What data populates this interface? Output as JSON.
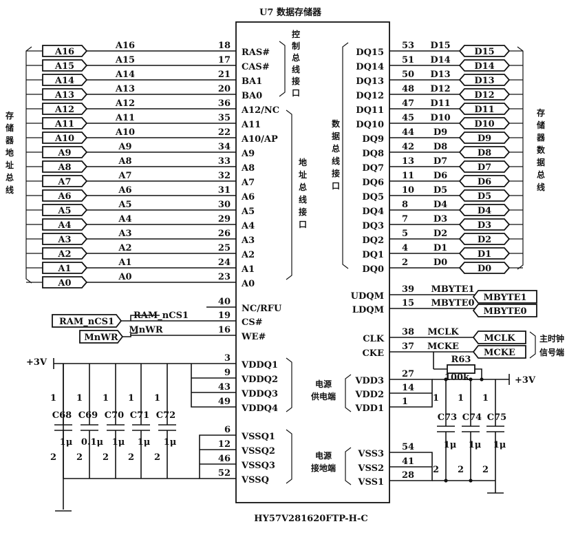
{
  "chip": {
    "title": "U7 数据存储器",
    "part": "HY57V281620FTP-H-C"
  },
  "left_pins": [
    {
      "pin": "18",
      "name": "RAS#"
    },
    {
      "pin": "17",
      "name": "CAS#"
    },
    {
      "pin": "21",
      "name": "BA1"
    },
    {
      "pin": "20",
      "name": "BA0"
    },
    {
      "pin": "36",
      "name": "A12/NC"
    },
    {
      "pin": "35",
      "name": "A11"
    },
    {
      "pin": "22",
      "name": "A10/AP"
    },
    {
      "pin": "34",
      "name": "A9"
    },
    {
      "pin": "33",
      "name": "A8"
    },
    {
      "pin": "32",
      "name": "A7"
    },
    {
      "pin": "31",
      "name": "A6"
    },
    {
      "pin": "30",
      "name": "A5"
    },
    {
      "pin": "29",
      "name": "A4"
    },
    {
      "pin": "26",
      "name": "A3"
    },
    {
      "pin": "25",
      "name": "A2"
    },
    {
      "pin": "24",
      "name": "A1"
    },
    {
      "pin": "23",
      "name": "A0"
    },
    {
      "pin": "40",
      "name": "NC/RFU"
    },
    {
      "pin": "19",
      "name": "CS#"
    },
    {
      "pin": "16",
      "name": "WE#"
    },
    {
      "pin": "3",
      "name": "VDDQ1"
    },
    {
      "pin": "9",
      "name": "VDDQ2"
    },
    {
      "pin": "43",
      "name": "VDDQ3"
    },
    {
      "pin": "49",
      "name": "VDDQ4"
    },
    {
      "pin": "6",
      "name": "VSSQ1"
    },
    {
      "pin": "12",
      "name": "VSSQ2"
    },
    {
      "pin": "46",
      "name": "VSSQ3"
    },
    {
      "pin": "52",
      "name": "VSSQ"
    }
  ],
  "right_pins": [
    {
      "pin": "53",
      "name": "DQ15"
    },
    {
      "pin": "51",
      "name": "DQ14"
    },
    {
      "pin": "50",
      "name": "DQ13"
    },
    {
      "pin": "48",
      "name": "DQ12"
    },
    {
      "pin": "47",
      "name": "DQ11"
    },
    {
      "pin": "45",
      "name": "DQ10"
    },
    {
      "pin": "44",
      "name": "DQ9"
    },
    {
      "pin": "42",
      "name": "DQ8"
    },
    {
      "pin": "13",
      "name": "DQ7"
    },
    {
      "pin": "11",
      "name": "DQ6"
    },
    {
      "pin": "10",
      "name": "DQ5"
    },
    {
      "pin": "8",
      "name": "DQ4"
    },
    {
      "pin": "7",
      "name": "DQ3"
    },
    {
      "pin": "5",
      "name": "DQ2"
    },
    {
      "pin": "4",
      "name": "DQ1"
    },
    {
      "pin": "2",
      "name": "DQ0"
    },
    {
      "pin": "39",
      "name": "UDQM"
    },
    {
      "pin": "15",
      "name": "LDQM"
    },
    {
      "pin": "38",
      "name": "CLK"
    },
    {
      "pin": "37",
      "name": "CKE"
    },
    {
      "pin": "27",
      "name": "VDD3"
    },
    {
      "pin": "14",
      "name": "VDD2"
    },
    {
      "pin": "1",
      "name": "VDD1"
    },
    {
      "pin": "54",
      "name": "VSS3"
    },
    {
      "pin": "41",
      "name": "VSS2"
    },
    {
      "pin": "28",
      "name": "VSS1"
    }
  ],
  "address_ports": [
    "A16",
    "A15",
    "A14",
    "A13",
    "A12",
    "A11",
    "A10",
    "A9",
    "A8",
    "A7",
    "A6",
    "A5",
    "A4",
    "A3",
    "A2",
    "A1",
    "A0"
  ],
  "address_nets": [
    "A16",
    "A15",
    "A14",
    "A13",
    "A12",
    "A11",
    "A10",
    "A9",
    "A8",
    "A7",
    "A6",
    "A5",
    "A4",
    "A3",
    "A2",
    "A1",
    "A0"
  ],
  "data_nets": [
    "D15",
    "D14",
    "D13",
    "D12",
    "D11",
    "D10",
    "D9",
    "D8",
    "D7",
    "D6",
    "D5",
    "D4",
    "D3",
    "D2",
    "D1",
    "D0"
  ],
  "data_ports": [
    "D15",
    "D14",
    "D13",
    "D12",
    "D11",
    "D10",
    "D9",
    "D8",
    "D7",
    "D6",
    "D5",
    "D4",
    "D3",
    "D2",
    "D1",
    "D0"
  ],
  "control_ports": [
    {
      "port": "RAM_nCS1",
      "net": "RAM_nCS1"
    },
    {
      "port": "MnWR",
      "net": "MnWR"
    }
  ],
  "mask_nets": [
    {
      "net": "MBYTE1",
      "port": "MBYTE1"
    },
    {
      "net": "MBYTE0",
      "port": "MBYTE0"
    }
  ],
  "clock_nets": [
    {
      "net": "MCLK",
      "port": "MCLK"
    },
    {
      "net": "MCKE",
      "port": "MCKE"
    }
  ],
  "resistor": {
    "ref": "R63",
    "value": "100k"
  },
  "supply_left": "+3V",
  "supply_right": "+3V",
  "caps_left": [
    {
      "ref": "C68",
      "value": "1μ"
    },
    {
      "ref": "C69",
      "value": "0.1μ"
    },
    {
      "ref": "C70",
      "value": "1μ"
    },
    {
      "ref": "C71",
      "value": "1μ"
    },
    {
      "ref": "C72",
      "value": "1μ"
    }
  ],
  "caps_right": [
    {
      "ref": "C73",
      "value": "1μ"
    },
    {
      "ref": "C74",
      "value": "1μ"
    },
    {
      "ref": "C75",
      "value": "1μ"
    }
  ],
  "cap_pin_top": "1",
  "cap_pin_bottom": "2",
  "labels": {
    "addr_bus": [
      "存",
      "储",
      "器",
      "地",
      "址",
      "总",
      "线"
    ],
    "addr_if": [
      "地",
      "址",
      "总",
      "线",
      "接",
      "口"
    ],
    "ctrl_if": [
      "控",
      "制",
      "总",
      "线",
      "接",
      "口"
    ],
    "data_if": [
      "数",
      "据",
      "总",
      "线",
      "接",
      "口"
    ],
    "data_bus": [
      "存",
      "储",
      "器",
      "数",
      "据",
      "总",
      "线"
    ],
    "clock_port_line1": "主时钟",
    "clock_port_line2": "信号端",
    "power_supply_line1": "电源",
    "power_supply_line2": "供电端",
    "power_gnd_line1": "电源",
    "power_gnd_line2": "接地端",
    "power_supply_r_line1": "电源",
    "power_supply_r_line2": "供电端",
    "power_gnd_r_line1": "电源",
    "power_gnd_r_line2": "接地端"
  }
}
